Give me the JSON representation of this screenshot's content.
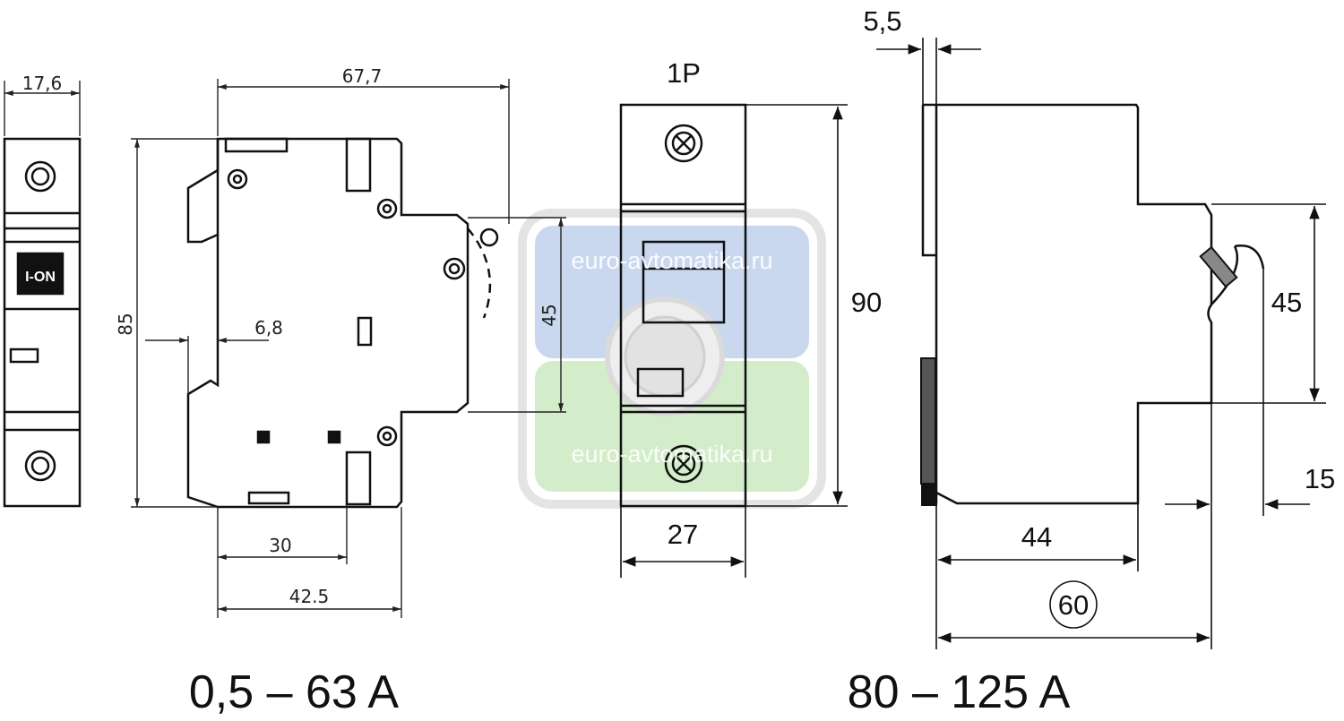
{
  "left_group": {
    "caption": "0,5 – 63 A",
    "dims": {
      "front_width": "17,6",
      "total_depth": "67,7",
      "height": "85",
      "rail_offset": "6,8",
      "rail_height": "45",
      "depth_30": "30",
      "depth_42": "42.5"
    },
    "handle_label": "I-ON"
  },
  "center_group": {
    "pole_label": "1P",
    "dims": {
      "height": "90",
      "width": "27"
    }
  },
  "right_group": {
    "caption": "80 – 125 A",
    "dims": {
      "rail_thickness": "5,5",
      "rail_height": "45",
      "handle_clearance": "15",
      "depth_44": "44",
      "depth_total": "60"
    }
  },
  "watermark": {
    "text_top": "euro-avtomatika.ru",
    "text_bottom": "euro-avtomatika.ru",
    "colors": {
      "top": "#c9d8ef",
      "bottom": "#d3ecc9",
      "frame": "#e2e2e2"
    }
  }
}
